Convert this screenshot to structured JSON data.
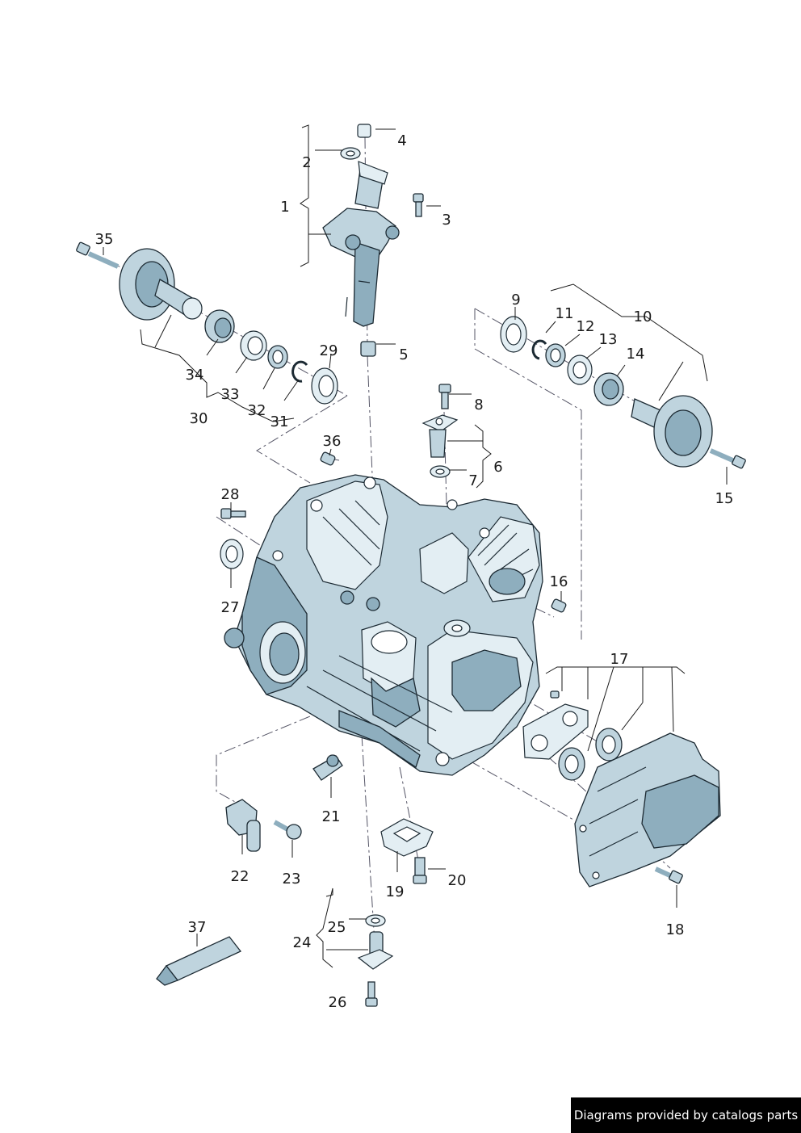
{
  "callouts": [
    {
      "id": "1",
      "text": "1"
    },
    {
      "id": "2",
      "text": "2"
    },
    {
      "id": "3",
      "text": "3"
    },
    {
      "id": "4",
      "text": "4"
    },
    {
      "id": "5",
      "text": "5"
    },
    {
      "id": "6",
      "text": "6"
    },
    {
      "id": "7",
      "text": "7"
    },
    {
      "id": "8",
      "text": "8"
    },
    {
      "id": "9",
      "text": "9"
    },
    {
      "id": "10",
      "text": "10"
    },
    {
      "id": "11",
      "text": "11"
    },
    {
      "id": "12",
      "text": "12"
    },
    {
      "id": "13",
      "text": "13"
    },
    {
      "id": "14",
      "text": "14"
    },
    {
      "id": "15",
      "text": "15"
    },
    {
      "id": "16",
      "text": "16"
    },
    {
      "id": "17",
      "text": "17"
    },
    {
      "id": "18",
      "text": "18"
    },
    {
      "id": "19",
      "text": "19"
    },
    {
      "id": "20",
      "text": "20"
    },
    {
      "id": "21",
      "text": "21"
    },
    {
      "id": "22",
      "text": "22"
    },
    {
      "id": "23",
      "text": "23"
    },
    {
      "id": "24",
      "text": "24"
    },
    {
      "id": "25",
      "text": "25"
    },
    {
      "id": "26",
      "text": "26"
    },
    {
      "id": "27",
      "text": "27"
    },
    {
      "id": "28",
      "text": "28"
    },
    {
      "id": "29",
      "text": "29"
    },
    {
      "id": "30",
      "text": "30"
    },
    {
      "id": "31",
      "text": "31"
    },
    {
      "id": "32",
      "text": "32"
    },
    {
      "id": "33",
      "text": "33"
    },
    {
      "id": "34",
      "text": "34"
    },
    {
      "id": "35",
      "text": "35"
    },
    {
      "id": "36",
      "text": "36"
    },
    {
      "id": "37",
      "text": "37"
    }
  ],
  "colors": {
    "part_fill": "#bfd4de",
    "part_shade": "#8eaebe",
    "outline": "#1c2a33",
    "banner": "#000000"
  },
  "credit": "Diagrams provided by catalogs parts"
}
